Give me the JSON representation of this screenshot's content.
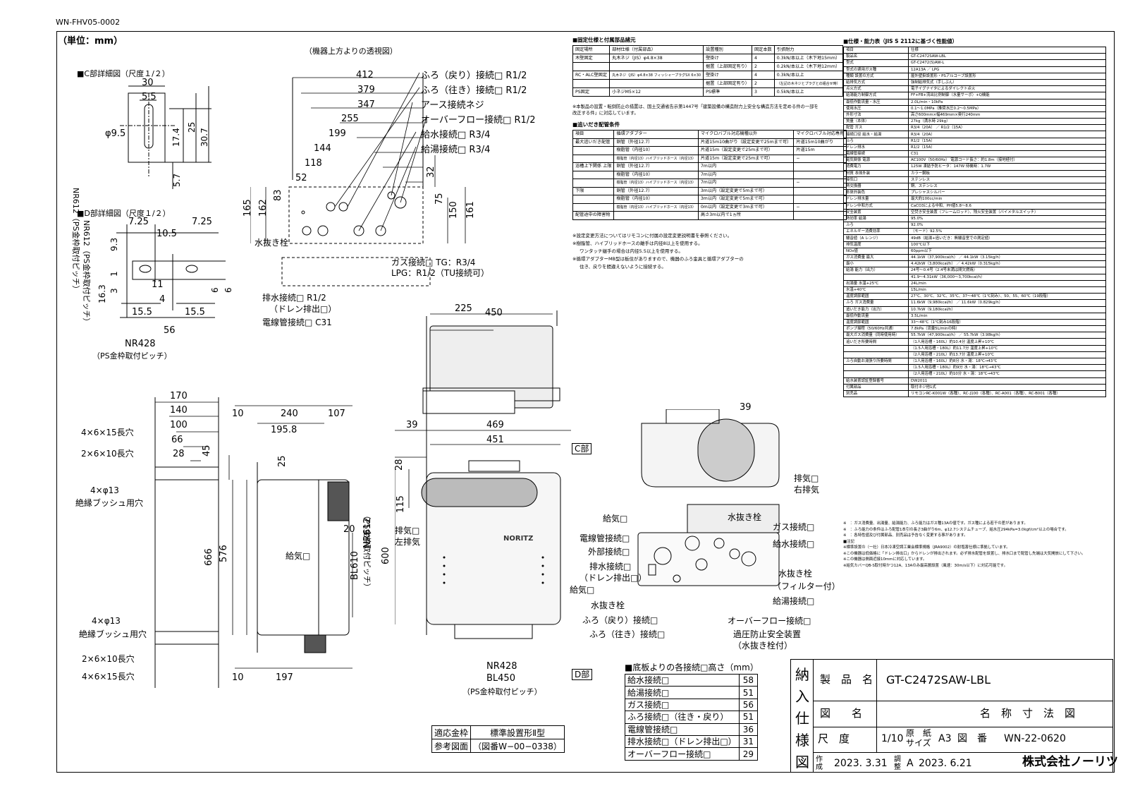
{
  "doc_code": "WN-FHV05-0002",
  "unit": "（単位：mm）",
  "view_top_caption": "（機器上方よりの透視図）",
  "detail_c": {
    "title": "■C部詳細図（尺度１/２）",
    "dims": [
      "30",
      "5.5",
      "φ9.5",
      "17.4",
      "25",
      "30.7",
      "5.7"
    ],
    "side_label": "NR612（PS金枠取付ピッチ）"
  },
  "detail_d": {
    "title": "■D部詳細図（尺度１/２）",
    "dims": [
      "7.25",
      "10.5",
      "7.25",
      "9.3",
      "1",
      "16.3",
      "3",
      "11",
      "4",
      "6",
      "6",
      "15.5",
      "15.5",
      "56"
    ],
    "side_label": "NR612（PS金枠取付ピッチ）",
    "bottom": "NR428",
    "bottom_sub": "（PS金枠取付ピッチ）"
  },
  "top_view": {
    "widths": [
      "412",
      "379",
      "347",
      "255",
      "199",
      "144",
      "118",
      "52"
    ],
    "heights": [
      "165",
      "162",
      "83",
      "32",
      "75",
      "150",
      "161"
    ],
    "labels": [
      "ふろ（戻り）接続□ R1/2",
      "ふろ（往き）接続□ R1/2",
      "アース接続ネジ",
      "オーバーフロー接続□ R1/2",
      "給水接続□ R3/4",
      "給湯接続□ R3/4"
    ],
    "drain_plug": "水抜き栓",
    "gas_conn": "ガス接続□ TG：R3/4",
    "gas_conn2": "LPG：R1/2（TU接続可）",
    "drain_conn": "排水接続□ R1/2",
    "drain_sub": "（ドレン排出□）",
    "conduit": "電線管接続□ C31"
  },
  "fixing": {
    "title": "■固定仕様と付属部品諸元",
    "headers": [
      "固定場所",
      "部材仕様（付属部品）",
      "設置種別",
      "固定本数",
      "引張耐力"
    ],
    "rows": [
      [
        "木壁固定",
        "丸木ネジ（JIS）φ4.8×38",
        "壁掛け",
        "4",
        "0.3kN/本以上（木下地15mm）"
      ],
      [
        "",
        "",
        "据置（上部固定有り）",
        "2",
        "0.2kN/本以上（木下地12mm）"
      ],
      [
        "RC・ALC壁固定",
        "丸木ネジ（JIS）φ4.8×38 フィッシャープラグSX 6×30",
        "壁掛け",
        "4",
        "0.3kN/本以上"
      ],
      [
        "",
        "",
        "据置（上部固定有り）",
        "2",
        "（左記の木ネジとプラグとの組合せ時）"
      ],
      [
        "PS固定",
        "小ネジM5×12",
        "PS標準",
        "3",
        "0.5kN/本以上"
      ]
    ],
    "note": "※本製品の設置・転倒防止の措置は、国土交通省告示第1447号「建築設備の構造耐力上安全な構造方法を定める件の一部を改正する件」に対応しています。"
  },
  "pipe": {
    "title": "■追いだき配管条件",
    "headers": [
      "項目",
      "循環アダプター",
      "マイクロバブル対応機種以外",
      "マイクロバブル対応専用"
    ],
    "rows": [
      [
        "最大追いだき配管",
        "銅管（外径12.7）",
        "片道15m10曲がり（設定変更で25mまで可）",
        "片道15m10曲がり"
      ],
      [
        "",
        "樹脂管（内径10）",
        "片道15m（設定変更で25mまで可）",
        "片道15m"
      ],
      [
        "",
        "樹脂管（内径13）ハイブリッドホース（内径13）",
        "片道15m（設定変更で25mまで可）",
        "−"
      ],
      [
        "浴槽上下関係 上限",
        "銅管（外径12.7）",
        "7m以内",
        ""
      ],
      [
        "",
        "樹脂管（内径10）",
        "7m以内",
        ""
      ],
      [
        "",
        "樹脂管（内径13）ハイブリッドホース（内径13）",
        "7m以内",
        "−"
      ],
      [
        "下限",
        "銅管（外径12.7）",
        "3m以内（設定変更で5mまで可）",
        ""
      ],
      [
        "",
        "樹脂管（内径10）",
        "3m以内（設定変更で5mまで可）",
        ""
      ],
      [
        "",
        "樹脂管（内径13）ハイブリッドホース（内径13）",
        "0m以内（設定変更で3mまで可）",
        "−"
      ],
      [
        "配管途中の障害物",
        "",
        "高さ3m以内で1ヵ所",
        ""
      ]
    ],
    "notes": [
      "※設定変更方法についてはリモコンに付属の設定変更説明書を参照ください。",
      "※樹脂管、ハイブリッドホースの離手は内径8以上を使用する。",
      "ワンタッチ継手の場合は内径5.5以上を使用する。",
      "※循環アダプターMB型は板住がありますので、機器のふろ金具と循環アダプターの",
      "住き、戻りを間違えないように接続する。"
    ]
  },
  "spec": {
    "title": "■仕様・能力表（JIS S 2112に基づく性能値）",
    "rows": [
      [
        "項目",
        "仕様"
      ],
      [
        "製品名",
        "GT-C2472SAW-LBL"
      ],
      [
        "型式",
        "GT-C2472(S)AW-L"
      ],
      [
        "型式の適用ガス種",
        "12A13A ／ LPG"
      ],
      [
        "種類 設置の方式",
        "屋外壁掛設置形・PSアルコーブ設置形"
      ],
      [
        "給排気方式",
        "強制給排気式（手しぶん）"
      ],
      [
        "点火方式",
        "電子イグナイタによるダイレクト点火"
      ],
      [
        "給湯能力制御方式",
        "FF+FB+流出比例制御（水量サーボ）+Q機能"
      ],
      [
        "最低作動流量・水圧",
        "2.0L/min・10kPa"
      ],
      [
        "使用水圧",
        "0.1〜1.0MPa（推奨水圧0.2〜0.5MPa）"
      ],
      [
        "外形寸法",
        "高さ600mm×幅469mm×奥行240mm"
      ],
      [
        "質量（本体）",
        "27kg（満水時 29kg）"
      ],
      [
        "配管 ガス",
        "R3/4（20A） ／ R1/2（15A）"
      ],
      [
        "接続口径 給水・給湯",
        "R3/4（20A）"
      ],
      [
        "ふろ",
        "R1/2（15A）"
      ],
      [
        "ドレン排水",
        "R1/2（15A）"
      ],
      [
        "電線管接続",
        "C31"
      ],
      [
        "電気関係 電源",
        "AC100V（50/60Hz） 電源コード長さ：約1.8m（接地極付）"
      ],
      [
        "消費電力",
        "125W 凍結予防ヒータ：147W 待機時：1.7W"
      ],
      [
        "材質 本体外装",
        "カラー鋼板"
      ],
      [
        "接気口",
        "ステンレス"
      ],
      [
        "熱交換器",
        "銅、ステンレス"
      ],
      [
        "本体外装色",
        "プレシャスシルバー"
      ],
      [
        "ドレン排水量",
        "最大約100cc/min"
      ],
      [
        "ドレン中和方式",
        "CaCO3による中和、PH値5.8〜8.6"
      ],
      [
        "安全装置",
        "空焚き安全装置（フレームロッド）、残火安全装置（バイメタルスイッチ）"
      ],
      [
        "熱効率 給湯",
        "95.0%"
      ],
      [
        "ふろ",
        "92.0%"
      ],
      [
        "エネルギー消費効率",
        "（モード）92.5%"
      ],
      [
        "騒音値（A レンジ）",
        "49dB（給湯+追いだき：無騒音室での測定値）"
      ],
      [
        "排気温度",
        "100℃以下"
      ],
      [
        "NOx値",
        "60ppm以下"
      ],
      [
        "ガス消費量 最大",
        "44.1kW（37,900kcal/h） ／ 44.1kW（3.15kg/h）"
      ],
      [
        "最小",
        "4.42kW（3,800kcal/h） ／ 4.42kW（0.315kg/h）"
      ],
      [
        "給湯 能力（出力）",
        "24号〜0.4号（2.4号未満は間欠燃焼）"
      ],
      [
        "",
        "41.9〜4.31kW（36,000〜3,700kcal/h）"
      ],
      [
        "出湯量 水温+25℃",
        "24L/min"
      ],
      [
        "水温+40℃",
        "15L/min"
      ],
      [
        "温度調節範囲",
        "27℃、30℃、32℃、35℃、37〜48℃（1℃刻み）、50、55、60℃（19段階）"
      ],
      [
        "ふろ ガス消費量",
        "11.6kW（9,980kcal/h） ／ 11.6kW（0.829kg/h）"
      ],
      [
        "追いだき能力（出力）",
        "10.7kW（9,180kcal/h）"
      ],
      [
        "最低作動流量",
        "3.5L/min"
      ],
      [
        "温度調節範囲",
        "33〜48℃（1℃刻み16段階）"
      ],
      [
        "ポンプ揚程（50/60Hz共通）",
        "7.8kPa（流量5L/minの時）"
      ],
      [
        "最大ガス消費量（同時使用時）",
        "55.7kW（47,900kcal/h） ／ 55.7kW（3.98kg/h）"
      ],
      [
        "追いだき所要時間",
        "（1人用浴槽・160L）約10.4分 温度上昇+10℃"
      ],
      [
        "",
        "（1.5人用浴槽・180L）約11.7分 温度上昇+10℃"
      ],
      [
        "",
        "（2人用浴槽・210L）約13.7分 温度上昇+10℃"
      ],
      [
        "ふろ自動お湯張り所要時間",
        "（1人用浴槽・160L）約8分 水・湯：18℃→43℃"
      ],
      [
        "",
        "（1.5人用浴槽・180L）約9分 水・湯：18℃→43℃"
      ],
      [
        "",
        "（2人用浴槽・210L）約10分 水・湯：18℃→43℃"
      ],
      [
        "給水装置認証登録番号",
        "DW2011"
      ],
      [
        "付属部品",
        "取付ネジ他1式"
      ],
      [
        "別売品",
        "リモコンRC-K001W（各種）、RC-J100（各種）、RC-A001（各種）、RC-B001（各種）"
      ]
    ],
    "notes": [
      "※　：ガス消費量、出湯量、給湯能力、ふろ能力はガス種13Aの値です。ガス種による若干の差があります。",
      "※　：ふろ能力の条件はふろ配管1本引の長さ3曲がり6m、φ12.7システムチューブ、給水圧294kPa=3.0kgf/cm²以上の場合です。",
      "※　：各特性値及び付属部品、別売品は予告なく変更する事があります。",
      "■注記",
      "※標準設置の（一社）日本冷凍空調工業会標準規格（JRA9002）の耐塩害仕様に準拠しています。",
      "※この機器は低価格に「ドレン排出口」からドレンが排出されます。必ず排水配管を設置し、排水口まで配管し先端は大気開放にして下さい。",
      "※この機器は側面近接10mmに対応しています。",
      "※給気カバーQB-S取付時かつ12A、13Aのみ最高層設置（風速：30m/s以下）に対応可能です。"
    ]
  },
  "side_view": {
    "dims": [
      "170",
      "140",
      "100",
      "66",
      "28",
      "45",
      "10",
      "240",
      "107",
      "195.8",
      "25",
      "20",
      "666",
      "576",
      "10",
      "197"
    ],
    "holes": [
      "4×6×15長穴",
      "2×6×10長穴",
      "4×φ13"
    ],
    "bushing": "絶縁ブッシュ用穴",
    "intake": "給気□",
    "nr612": "NR612",
    "bl610": "BL610",
    "ps_pitch": "（PS金枠取付ピッチ）"
  },
  "front_view": {
    "dims": [
      "450",
      "225",
      "469",
      "451",
      "39",
      "28",
      "115",
      "600"
    ],
    "c_part": "C部",
    "d_part": "D部",
    "exhaust": "排気□",
    "left_exhaust": "左排気",
    "intake": "給気□",
    "bottom1": "NR428",
    "bottom2": "BL450",
    "bottom_sub": "（PS金枠取付ピッチ）",
    "brand": "NORITZ"
  },
  "bottom_view": {
    "dim39": "39",
    "exhaust": "排気□",
    "right_exhaust": "右排気",
    "left_labels": [
      "給気□",
      "電線管接続□",
      "外部接続□",
      "排水接続□",
      "（ドレン排出□）",
      "水抜き栓",
      "ふろ（戻り）接続□",
      "ふろ（往き）接続□"
    ],
    "right_labels": [
      "水抜き栓",
      "ガス接続□",
      "給水接続□",
      "水抜き栓",
      "（フィルター付）",
      "給湯接続□",
      "オーバーフロー接続□",
      "過圧防止安全装置",
      "（水抜き栓付）"
    ]
  },
  "heights": {
    "title": "■底板よりの各接続□高さ（mm）",
    "rows": [
      [
        "給水接続□",
        "58"
      ],
      [
        "給湯接続□",
        "51"
      ],
      [
        "ガス接続□",
        "56"
      ],
      [
        "ふろ接続□（往き・戻り）",
        "51"
      ],
      [
        "電線管接続□",
        "36"
      ],
      [
        "排水接続□（ドレン排出□）",
        "31"
      ],
      [
        "オーバーフロー接続□",
        "29"
      ]
    ]
  },
  "frame_ref": {
    "r1c1": "適応金枠",
    "r1c2": "標準設置形Ⅱ型",
    "r2c1": "参考図面",
    "r2c2": "（図番W−00−0338）"
  },
  "title_block": {
    "vertical": [
      "納",
      "入",
      "仕",
      "様",
      "図"
    ],
    "product_label": "製　品　名",
    "product": "GT-C2472SAW-LBL",
    "name_label": "図　　名",
    "name": "名　称　寸　法　図",
    "scale_label": "尺　度",
    "scale": "1/10",
    "paper_label": "原　紙\nサイズ",
    "paper": "A3",
    "drawing_no_label": "図　番",
    "drawing_no": "WN-22-0620",
    "made_label": "作成",
    "made_date": "2023. 3.31",
    "adjust_label": "調整",
    "rev": "A",
    "adjust_date": "2023. 6.21",
    "company": "株式会社ノーリツ"
  }
}
